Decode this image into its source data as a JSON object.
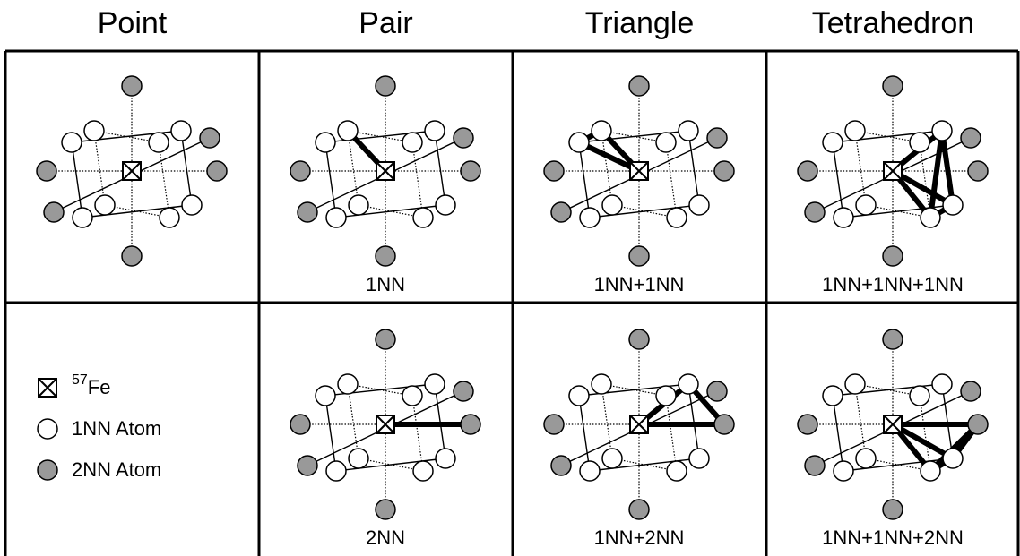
{
  "columns": [
    "Point",
    "Pair",
    "Triangle",
    "Tetrahedron"
  ],
  "captions": {
    "row1": [
      "",
      "1NN",
      "1NN+1NN",
      "1NN+1NN+1NN"
    ],
    "row2": [
      "",
      "2NN",
      "1NN+2NN",
      "1NN+1NN+2NN"
    ]
  },
  "legend": {
    "fe_mass": "57",
    "fe_symbol": "Fe",
    "nn1": "1NN Atom",
    "nn2": "2NN Atom"
  },
  "colors": {
    "nn1_fill": "#ffffff",
    "nn2_fill": "#999999",
    "stroke": "#000000",
    "bond": "#000000"
  },
  "clusters": {
    "row1": [
      [],
      [
        "C-A1"
      ],
      [
        "C-A1",
        "A1-A0",
        "A0-C"
      ],
      [
        "C-B2",
        "C-A3",
        "B2-A3",
        "B2-B3",
        "A3-B3",
        "C-B3"
      ]
    ],
    "row2": [
      [],
      [
        "C-R"
      ],
      [
        "C-R",
        "R-A3",
        "A3-C"
      ],
      [
        "C-B2",
        "C-B3",
        "C-R",
        "B2-R",
        "B3-R",
        "B2-B3"
      ]
    ]
  }
}
